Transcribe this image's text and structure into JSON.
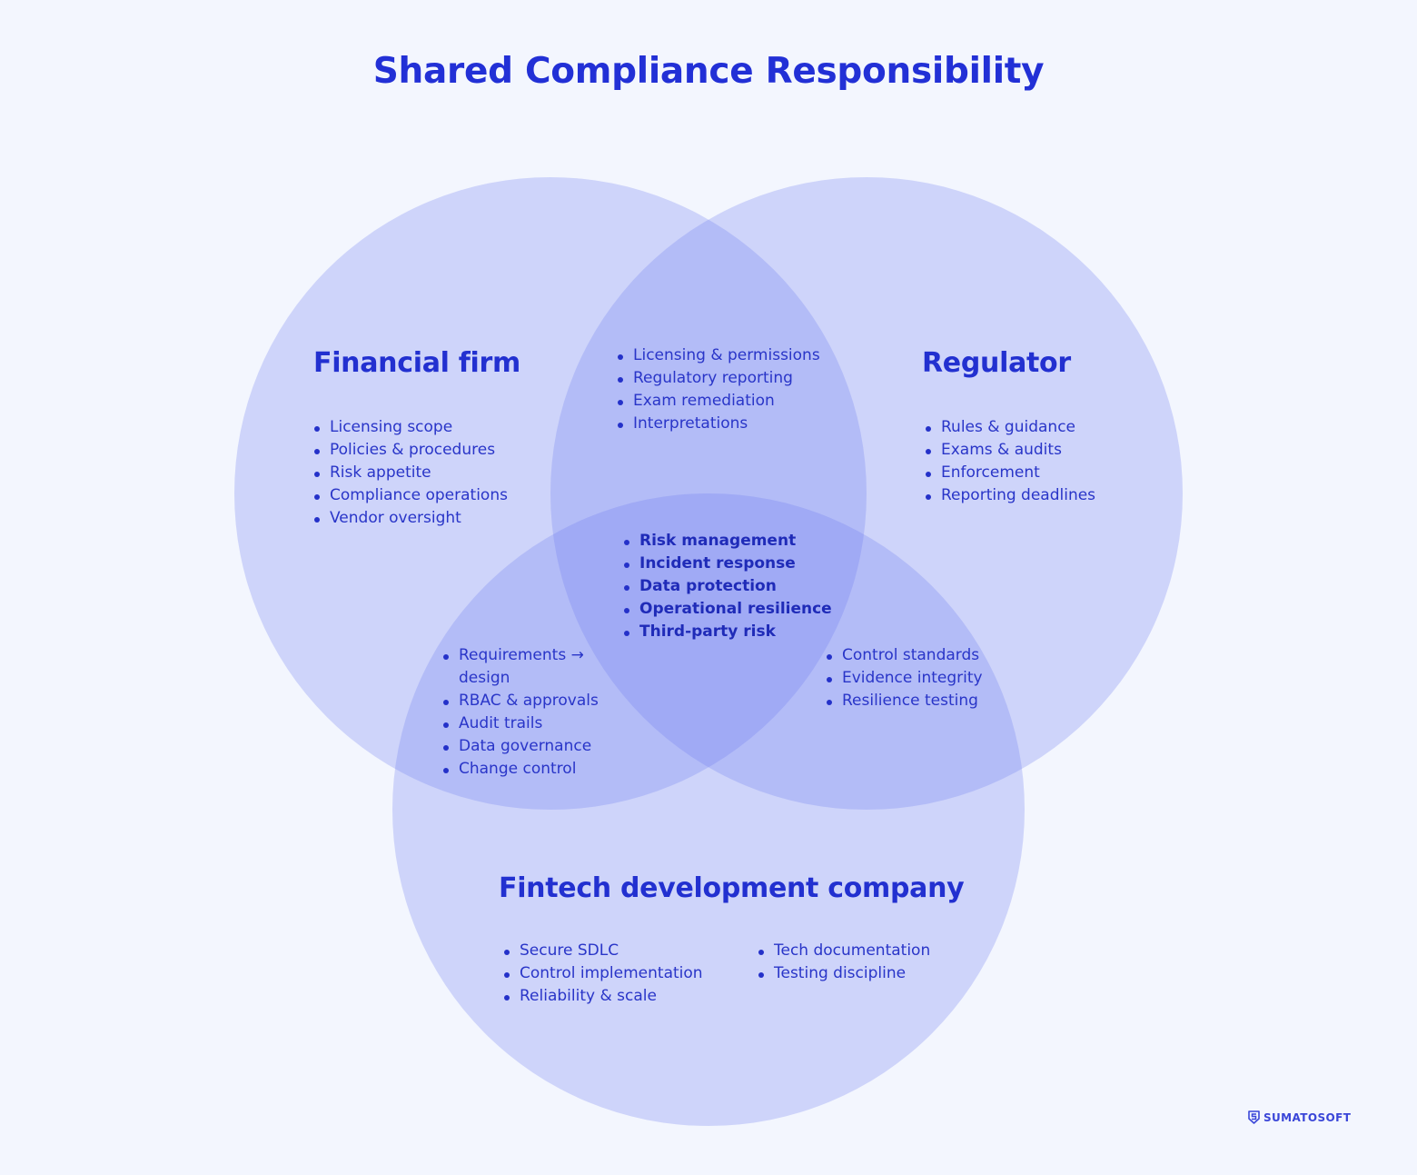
{
  "title": "Shared Compliance Responsibility",
  "colors": {
    "background": "#f3f6fe",
    "circle_fill": "rgba(110,125,240,0.28)",
    "text": "#2230d6"
  },
  "circles": {
    "financial_firm": {
      "heading": "Financial firm",
      "items": [
        "Licensing scope",
        "Policies & procedures",
        "Risk appetite",
        "Compliance operations",
        "Vendor oversight"
      ]
    },
    "regulator": {
      "heading": "Regulator",
      "items": [
        "Rules & guidance",
        "Exams & audits",
        "Enforcement",
        "Reporting deadlines"
      ]
    },
    "fintech": {
      "heading": "Fintech development company",
      "items_col1": [
        "Secure SDLC",
        "Control implementation",
        "Reliability & scale"
      ],
      "items_col2": [
        "Tech documentation",
        "Testing discipline"
      ]
    }
  },
  "overlaps": {
    "firm_regulator": [
      "Licensing & permissions",
      "Regulatory reporting",
      "Exam remediation",
      "Interpretations"
    ],
    "firm_fintech": [
      "Requirements → design",
      "RBAC & approvals",
      "Audit trails",
      "Data governance",
      "Change control"
    ],
    "regulator_fintech": [
      "Control standards",
      "Evidence integrity",
      "Resilience testing"
    ],
    "all_three": [
      "Risk management",
      "Incident response",
      "Data protection",
      "Operational resilience",
      "Third-party risk"
    ]
  },
  "logo": {
    "icon": "shield-s-icon",
    "text": "SUMATOSOFT"
  }
}
